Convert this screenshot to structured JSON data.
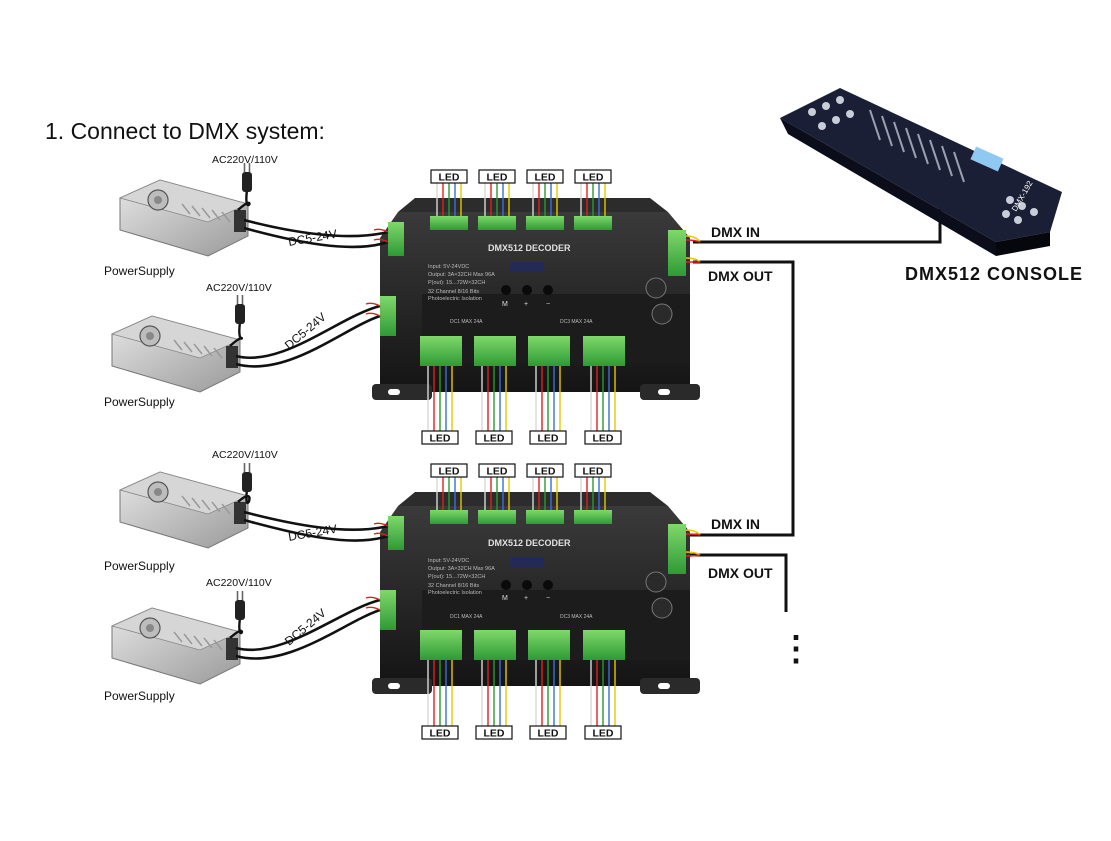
{
  "heading": "1. Connect to DMX system:",
  "power_supply_label": "PowerSupply",
  "ac_label": "AC220V/110V",
  "dc_label": "DC5-24V",
  "led_label": "LED",
  "dmx_in_label": "DMX IN",
  "dmx_out_label": "DMX OUT",
  "console_label": "DMX512 CONSOLE",
  "console_face_brand": "DMX-192",
  "decoder_title": "DMX512 DECODER",
  "decoder_specs": [
    "Input: 5V-24VDC",
    "Output: 3A×32CH Max 96A",
    "P(out): 15...72W×32CH",
    "32 Channel   8/16 Bits",
    "Photoelectric Isolation"
  ],
  "button_labels": [
    "M",
    "+",
    "−"
  ],
  "groups_bottom": [
    "DC1 MAX 24A",
    "DC3 MAX 24A"
  ],
  "continuation_mark": "⋮",
  "wire_colors": {
    "white": "#d8d8d8",
    "red": "#e02020",
    "green": "#2a9a2a",
    "blue": "#3a6fd8",
    "yellow": "#e6c800",
    "black": "#111111"
  }
}
